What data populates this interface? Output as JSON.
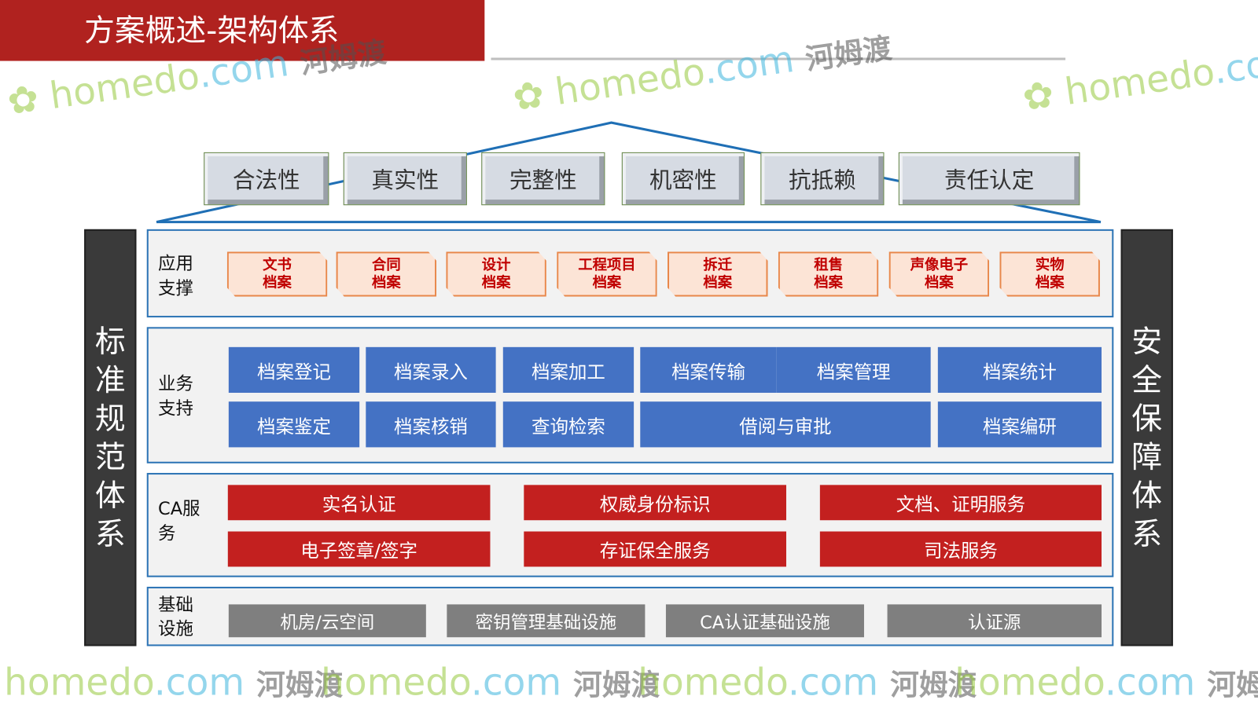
{
  "title": "方案概述-架构体系",
  "properties": [
    "合法性",
    "真实性",
    "完整性",
    "机密性",
    "抗抵赖",
    "责任认定"
  ],
  "left_pillar": "标准规范体系",
  "right_pillar": "安全保障体系",
  "layers": {
    "app": {
      "label": "应用支撑",
      "items": [
        "文书\n档案",
        "合同\n档案",
        "设计\n档案",
        "工程项目\n档案",
        "拆迁\n档案",
        "租售\n档案",
        "声像电子\n档案",
        "实物\n档案"
      ]
    },
    "business": {
      "label": "业务支持",
      "row1": [
        "档案登记",
        "档案录入",
        "档案加工",
        "档案传输",
        "档案管理",
        "档案统计"
      ],
      "row2": [
        "档案鉴定",
        "档案核销",
        "查询检索",
        "借阅与审批",
        "档案编研"
      ]
    },
    "ca": {
      "label": "CA服务",
      "row1": [
        "实名认证",
        "权威身份标识",
        "文档、证明服务"
      ],
      "row2": [
        "电子签章/签字",
        "存证保全服务",
        "司法服务"
      ]
    },
    "infra": {
      "label": "基础设施",
      "items": [
        "机房/云空间",
        "密钥管理基础设施",
        "CA认证基础设施",
        "认证源"
      ]
    }
  },
  "watermark": {
    "brand": "homedo",
    ".com": ".com",
    "cn": "河姆渡"
  },
  "colors": {
    "title": "#B0221F",
    "blue": "#4472C4",
    "red": "#C3201F",
    "gray": "#7f7f7f",
    "frame": "#2e75b6"
  }
}
